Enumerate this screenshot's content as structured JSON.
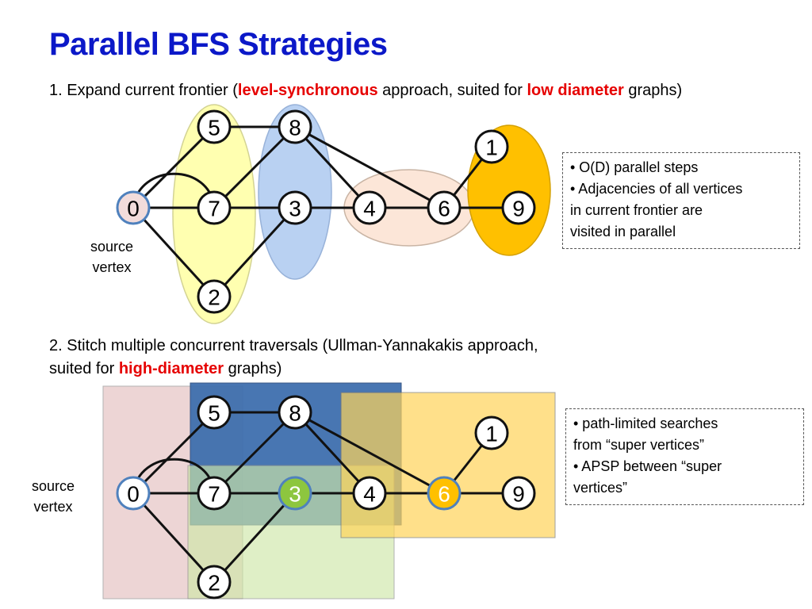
{
  "title": "Parallel BFS Strategies",
  "section1": {
    "prefix": "1. Expand current frontier (",
    "highlight1": "level-synchronous",
    "middle": " approach, suited for ",
    "highlight2": "low diameter",
    "suffix": " graphs)"
  },
  "section2": {
    "line1": "2. Stitch multiple concurrent traversals (Ullman-Yannakakis approach,",
    "line2_prefix": "suited for ",
    "line2_highlight": "high-diameter",
    "line2_suffix": " graphs)"
  },
  "source_label": {
    "line1": "source",
    "line2": "vertex"
  },
  "note1": {
    "bullets": [
      "• O(D) parallel steps",
      "• Adjacencies of all vertices",
      "in current frontier are",
      "visited in parallel"
    ]
  },
  "note2": {
    "bullets": [
      "• path-limited searches",
      "from “super vertices”",
      "• APSP between “super",
      "vertices”"
    ]
  },
  "nodes": [
    "0",
    "7",
    "3",
    "4",
    "6",
    "9",
    "5",
    "8",
    "1",
    "2"
  ],
  "colors": {
    "title": "#0b18c8",
    "highlight": "#e60000",
    "source_node": "#f2dcdb",
    "source_border": "#4f81bd",
    "green_node": "#8dc63f",
    "orange_node": "#ffc000"
  }
}
